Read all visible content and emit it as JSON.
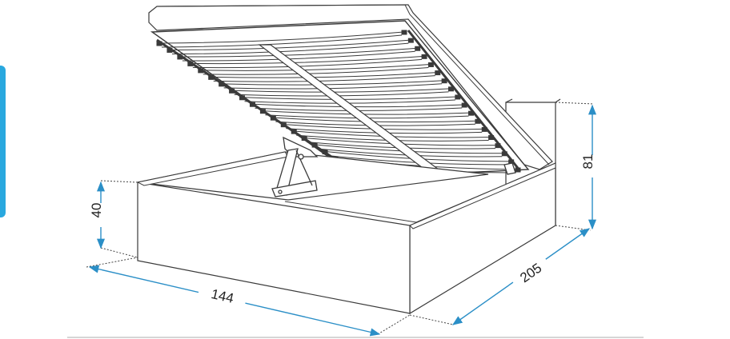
{
  "colors": {
    "tab": "#29a8df",
    "outline": "#3a3a3a",
    "dimension": "#2b8fc7",
    "dotted": "#444444",
    "panel": "#ffffff"
  },
  "dimensions": {
    "width": "144",
    "length": "205",
    "base_height": "40",
    "total_height": "81"
  },
  "icons": {
    "gas_lift": "gas-strut-icon"
  }
}
